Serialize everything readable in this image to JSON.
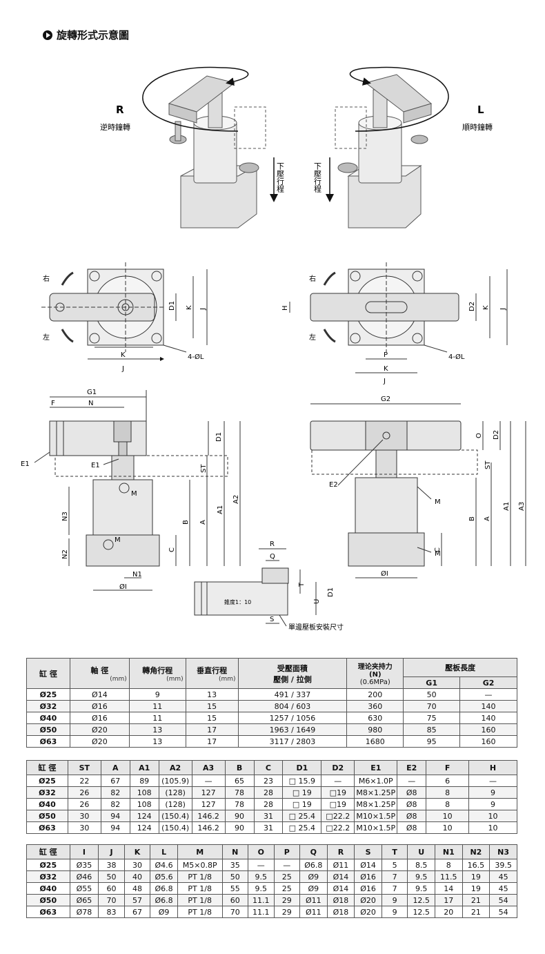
{
  "title": "旋轉形式示意圖",
  "rotation": {
    "r_letter": "R",
    "r_label": "逆時鐘轉",
    "l_letter": "L",
    "l_label": "順時鐘轉",
    "stroke_label_1": "下壓行程",
    "stroke_label_2": "下壓行程"
  },
  "top_view": {
    "right": "右",
    "left": "左",
    "right2": "右",
    "left2": "左",
    "k": "K",
    "j": "J",
    "d1": "D1",
    "k_v": "K",
    "j_v": "J",
    "hole": "4-ØL",
    "hole2": "4-ØL",
    "h": "H",
    "p": "P",
    "k2": "K",
    "j2": "J",
    "d2": "D2",
    "k2_v": "K",
    "j2_v": "J"
  },
  "side_view": {
    "g1": "G1",
    "f": "F",
    "n": "N",
    "e1": "E1",
    "e1b": "E1",
    "m": "M",
    "m2": "M",
    "n3": "N3",
    "n2": "N2",
    "n1": "N1",
    "oi": "ØI",
    "st": "ST",
    "d1": "D1",
    "b": "B",
    "a": "A",
    "a1": "A1",
    "a2": "A2",
    "c": "C",
    "g2": "G2",
    "e2": "E2",
    "o": "O",
    "d2": "D2",
    "st2": "ST",
    "m3": "M",
    "m4": "M",
    "b2": "B",
    "a3": "A",
    "a4": "A1",
    "a5": "A3",
    "c2": "C",
    "oi2": "ØI"
  },
  "clamp_detail": {
    "r": "R",
    "q": "Q",
    "t": "T",
    "u": "U",
    "d1": "D1",
    "s": "S",
    "taper": "錐度1：10",
    "caption": "單邊壓板安裝尺寸"
  },
  "table1": {
    "headers": {
      "bore": "缸 徑",
      "shaft": "軸 徑",
      "shaft_unit": "(mm)",
      "rot": "轉角行程",
      "rot_unit": "(mm)",
      "vert": "垂直行程",
      "vert_unit": "(mm)",
      "area": "受壓面積",
      "area2": "壓側 / 拉側",
      "force": "理论夹持力",
      "force_n": "(N)",
      "force_p": "(0.6MPa)",
      "arm": "壓板長度",
      "g1": "G1",
      "g2": "G2"
    },
    "rows": [
      [
        "Ø25",
        "Ø14",
        "9",
        "13",
        "491 / 337",
        "200",
        "50",
        "—"
      ],
      [
        "Ø32",
        "Ø16",
        "11",
        "15",
        "804 / 603",
        "360",
        "70",
        "140"
      ],
      [
        "Ø40",
        "Ø16",
        "11",
        "15",
        "1257 / 1056",
        "630",
        "75",
        "140"
      ],
      [
        "Ø50",
        "Ø20",
        "13",
        "17",
        "1963 / 1649",
        "980",
        "85",
        "160"
      ],
      [
        "Ø63",
        "Ø20",
        "13",
        "17",
        "3117 / 2803",
        "1680",
        "95",
        "160"
      ]
    ]
  },
  "table2": {
    "headers": [
      "缸 徑",
      "ST",
      "A",
      "A1",
      "A2",
      "A3",
      "B",
      "C",
      "D1",
      "D2",
      "E1",
      "E2",
      "F",
      "H"
    ],
    "rows": [
      [
        "Ø25",
        "22",
        "67",
        "89",
        "(105.9)",
        "—",
        "65",
        "23",
        "□ 15.9",
        "—",
        "M6×1.0P",
        "—",
        "6",
        "—"
      ],
      [
        "Ø32",
        "26",
        "82",
        "108",
        "(128)",
        "127",
        "78",
        "28",
        "□ 19",
        "□19",
        "M8×1.25P",
        "Ø8",
        "8",
        "9"
      ],
      [
        "Ø40",
        "26",
        "82",
        "108",
        "(128)",
        "127",
        "78",
        "28",
        "□ 19",
        "□19",
        "M8×1.25P",
        "Ø8",
        "8",
        "9"
      ],
      [
        "Ø50",
        "30",
        "94",
        "124",
        "(150.4)",
        "146.2",
        "90",
        "31",
        "□ 25.4",
        "□22.2",
        "M10×1.5P",
        "Ø8",
        "10",
        "10"
      ],
      [
        "Ø63",
        "30",
        "94",
        "124",
        "(150.4)",
        "146.2",
        "90",
        "31",
        "□ 25.4",
        "□22.2",
        "M10×1.5P",
        "Ø8",
        "10",
        "10"
      ]
    ]
  },
  "table3": {
    "headers": [
      "缸 徑",
      "I",
      "J",
      "K",
      "L",
      "M",
      "N",
      "O",
      "P",
      "Q",
      "R",
      "S",
      "T",
      "U",
      "N1",
      "N2",
      "N3"
    ],
    "rows": [
      [
        "Ø25",
        "Ø35",
        "38",
        "30",
        "Ø4.6",
        "M5×0.8P",
        "35",
        "—",
        "—",
        "Ø6.8",
        "Ø11",
        "Ø14",
        "5",
        "8.5",
        "8",
        "16.5",
        "39.5"
      ],
      [
        "Ø32",
        "Ø46",
        "50",
        "40",
        "Ø5.6",
        "PT 1/8",
        "50",
        "9.5",
        "25",
        "Ø9",
        "Ø14",
        "Ø16",
        "7",
        "9.5",
        "11.5",
        "19",
        "45"
      ],
      [
        "Ø40",
        "Ø55",
        "60",
        "48",
        "Ø6.8",
        "PT 1/8",
        "55",
        "9.5",
        "25",
        "Ø9",
        "Ø14",
        "Ø16",
        "7",
        "9.5",
        "14",
        "19",
        "45"
      ],
      [
        "Ø50",
        "Ø65",
        "70",
        "57",
        "Ø6.8",
        "PT 1/8",
        "60",
        "11.1",
        "29",
        "Ø11",
        "Ø18",
        "Ø20",
        "9",
        "12.5",
        "17",
        "21",
        "54"
      ],
      [
        "Ø63",
        "Ø78",
        "83",
        "67",
        "Ø9",
        "PT 1/8",
        "70",
        "11.1",
        "29",
        "Ø11",
        "Ø18",
        "Ø20",
        "9",
        "12.5",
        "20",
        "21",
        "54"
      ]
    ]
  }
}
